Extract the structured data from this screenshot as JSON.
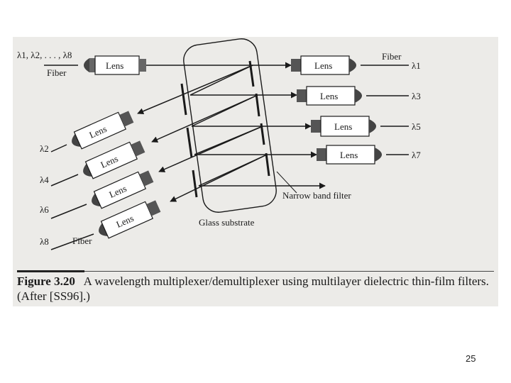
{
  "figure": {
    "input_label": "λ1, λ2, . . . , λ8",
    "lens_label": "Lens",
    "fiber_label": "Fiber",
    "substrate_label": "Glass substrate",
    "filter_label": "Narrow band filter",
    "outputs_right": [
      "λ1",
      "λ3",
      "λ5",
      "λ7"
    ],
    "outputs_left": [
      "λ2",
      "λ4",
      "λ6",
      "λ8"
    ]
  },
  "caption": {
    "number": "Figure 3.20",
    "text": "A wavelength multiplexer/demultiplexer using multilayer dielectric thin-film filters. (After [SS96].)"
  },
  "page_number": "25",
  "colors": {
    "background": "#ecebe8",
    "ink": "#1a1a1a",
    "connector": "#555555"
  }
}
